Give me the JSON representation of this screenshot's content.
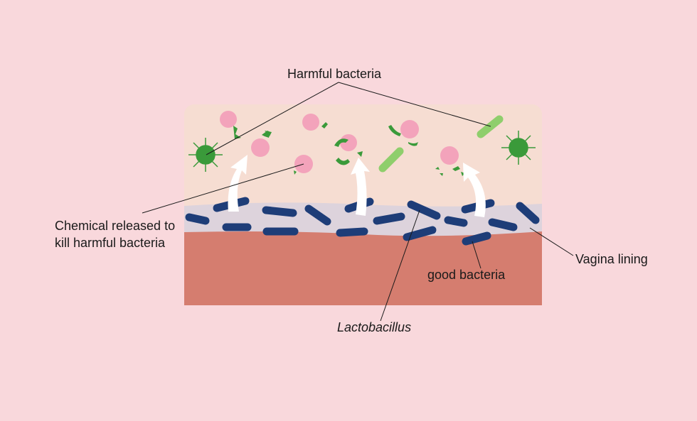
{
  "labels": {
    "harmful_bacteria": "Harmful bacteria",
    "chemical_line1": "Chemical released to",
    "chemical_line2": "kill harmful bacteria",
    "vagina_lining": "Vagina lining",
    "good_bacteria": "good bacteria",
    "lactobacillus": "Lactobacillus"
  },
  "colors": {
    "background": "#f9d8dc",
    "fluid": "#f6ddd2",
    "lining": "#ddd3dc",
    "tissue": "#d57d6f",
    "good_bacteria": "#1e3d78",
    "virus": "#3a9a3a",
    "rod_bacteria": "#8fce6c",
    "chemical_sphere": "#f3a3bb",
    "arrow": "#ffffff",
    "line": "#1a1a1a"
  }
}
